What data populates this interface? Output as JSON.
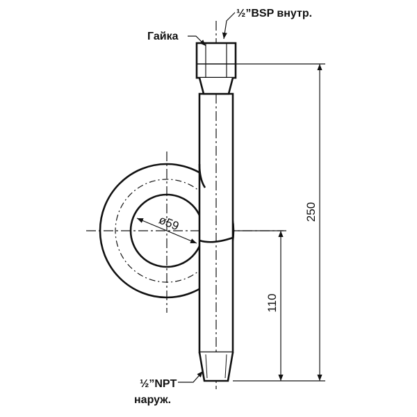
{
  "labels": {
    "bsp_thread": "½”BSP внутр.",
    "nut": "Гайка",
    "npt_thread": "½”NPT",
    "npt_outer": "наруж."
  },
  "dimensions": {
    "diameter": "ø59",
    "overall_height": "250",
    "center_height": "110"
  },
  "colors": {
    "line": "#111111",
    "background": "#ffffff"
  }
}
